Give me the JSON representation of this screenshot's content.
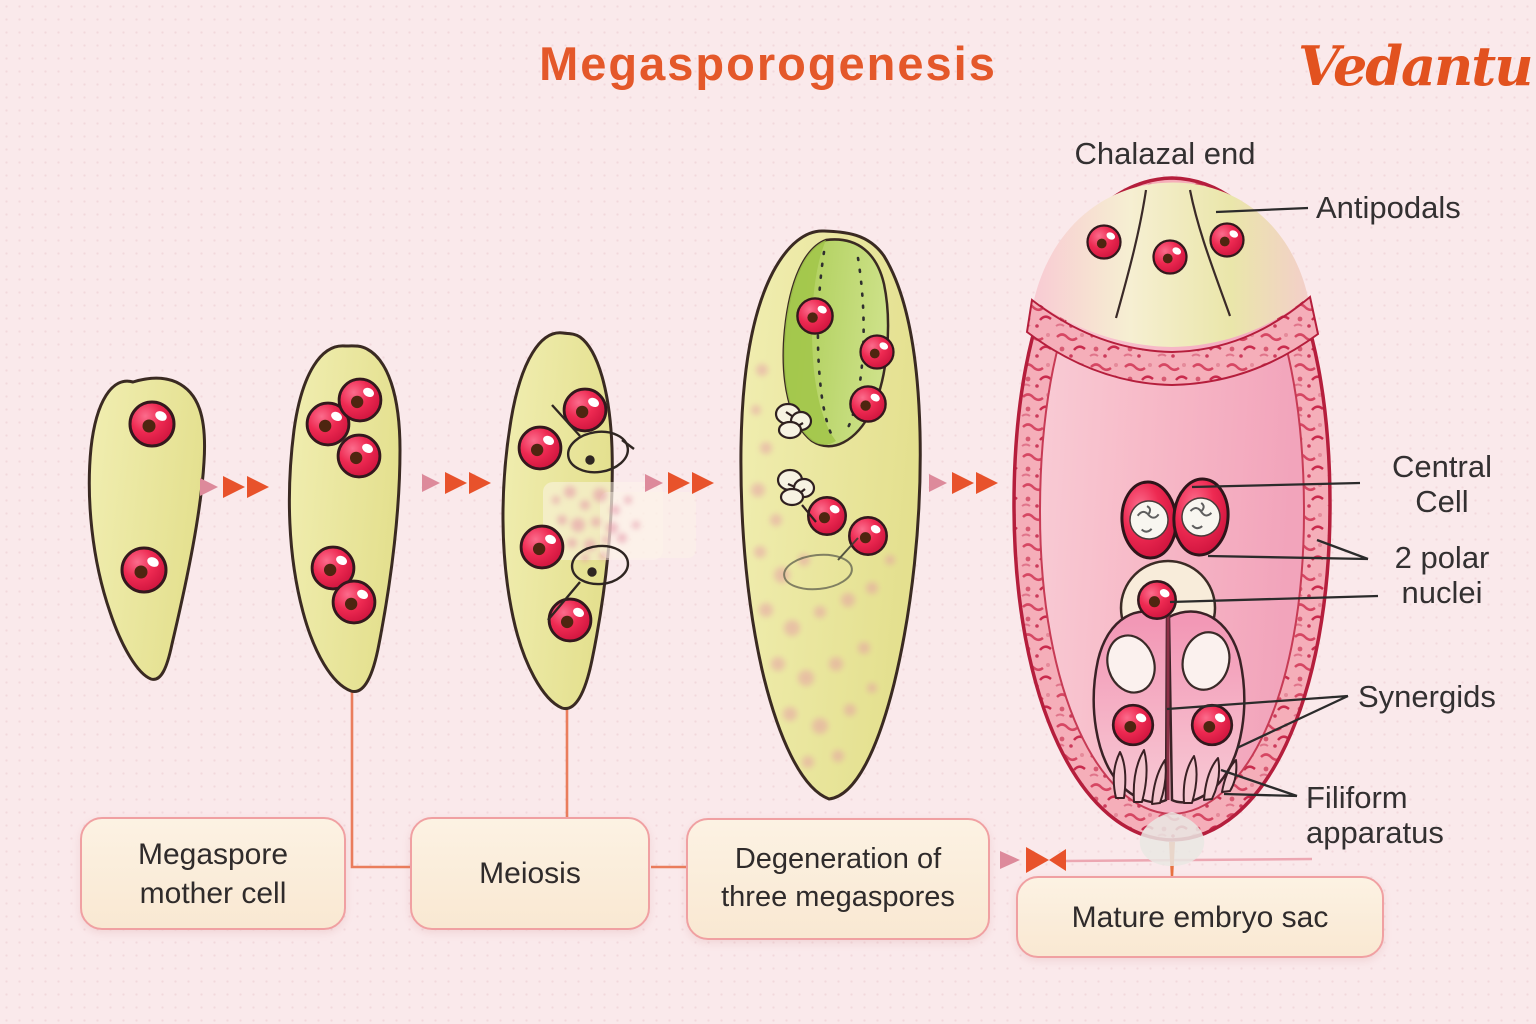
{
  "title": "Megasporogenesis",
  "brand": {
    "logo_text": "Vedantu"
  },
  "labels": {
    "chalazal_end": "Chalazal end",
    "antipodals": "Antipodals",
    "central_cell": "Central Cell",
    "polar_nuclei": "2 polar nuclei",
    "synergids": "Synergids",
    "filiform_apparatus": "Filiform apparatus"
  },
  "stages": [
    {
      "label": "Megaspore mother cell"
    },
    {
      "label": "Meiosis"
    },
    {
      "label": "Degeneration of three megaspores"
    },
    {
      "label": "Mature embryo sac"
    }
  ],
  "colors": {
    "background": "#FAE9EB",
    "title": "#E4582A",
    "logo": "#E2521F",
    "cell_fill": "#ECE8A4",
    "green_megaspore": "#B6D25F",
    "nucleus_red": "#EE2A52",
    "embryo_wall": "#B51E3C",
    "cavity_pink": "#F6B7C6",
    "box_fill": "#FBEEDE",
    "box_border": "#F0A0A2",
    "arrow_orange": "#E8522B",
    "arrow_pink": "#DD8A9B",
    "connector_orange": "#E8714C",
    "label_text": "#333031"
  }
}
